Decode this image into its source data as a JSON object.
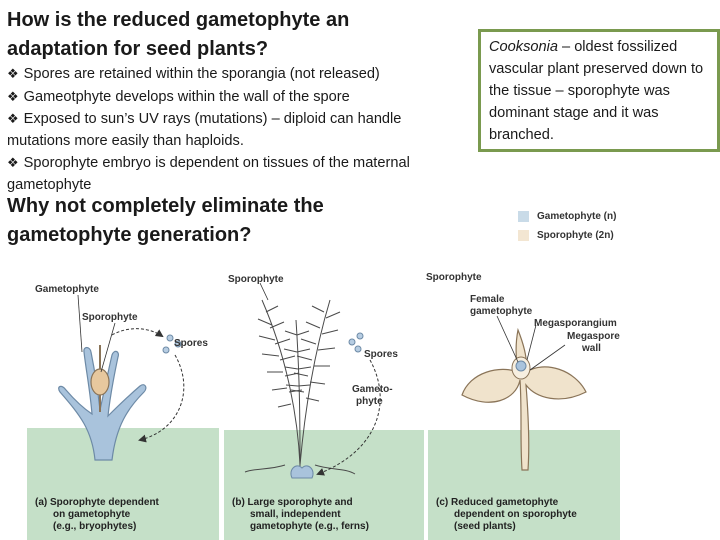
{
  "title": "How is the reduced gametophyte an adaptation for seed plants?",
  "bullets": [
    "Spores are retained within the sporangia (not released)",
    "Gameotphyte develops within the wall of the spore",
    "Exposed to sun’s UV rays (mutations) – diploid can handle mutations more easily than haploids.",
    "Sporophyte embryo is dependent on tissues of the maternal gametophyte"
  ],
  "question": "Why not completely eliminate the gametophyte generation?",
  "note": {
    "species": "Cooksonia",
    "text": " – oldest fossilized vascular plant preserved down to the tissue – sporophyte was dominant stage and it was branched."
  },
  "legend": [
    {
      "label": "Gametophyte (n)",
      "color": "#c9dbe8"
    },
    {
      "label": "Sporophyte (2n)",
      "color": "#f3e6d2"
    }
  ],
  "panels": {
    "a": {
      "labels": {
        "gametophyte": "Gametophyte",
        "sporophyte": "Sporophyte",
        "spores": "Spores"
      },
      "caption": [
        "(a) Sporophyte dependent",
        "on gametophyte",
        "(e.g., bryophytes)"
      ]
    },
    "b": {
      "labels": {
        "sporophyte": "Sporophyte",
        "spores": "Spores",
        "gametophyte_1": "Gameto-",
        "gametophyte_2": "phyte"
      },
      "caption": [
        "(b) Large sporophyte and",
        "small, independent",
        "gametophyte (e.g., ferns)"
      ]
    },
    "c": {
      "labels": {
        "sporophyte": "Sporophyte",
        "female_1": "Female",
        "female_2": "gametophyte",
        "megasporangium": "Megasporangium",
        "megaspore_1": "Megaspore",
        "megaspore_2": "wall"
      },
      "caption": [
        "(c) Reduced gametophyte",
        "dependent on sporophyte",
        "(seed plants)"
      ]
    }
  },
  "colors": {
    "ground": "#c5e0c8",
    "gametophyte": "#a9c3dc",
    "sporophyte_fill": "#f0e3cc",
    "box_border": "#7a9a4f"
  }
}
